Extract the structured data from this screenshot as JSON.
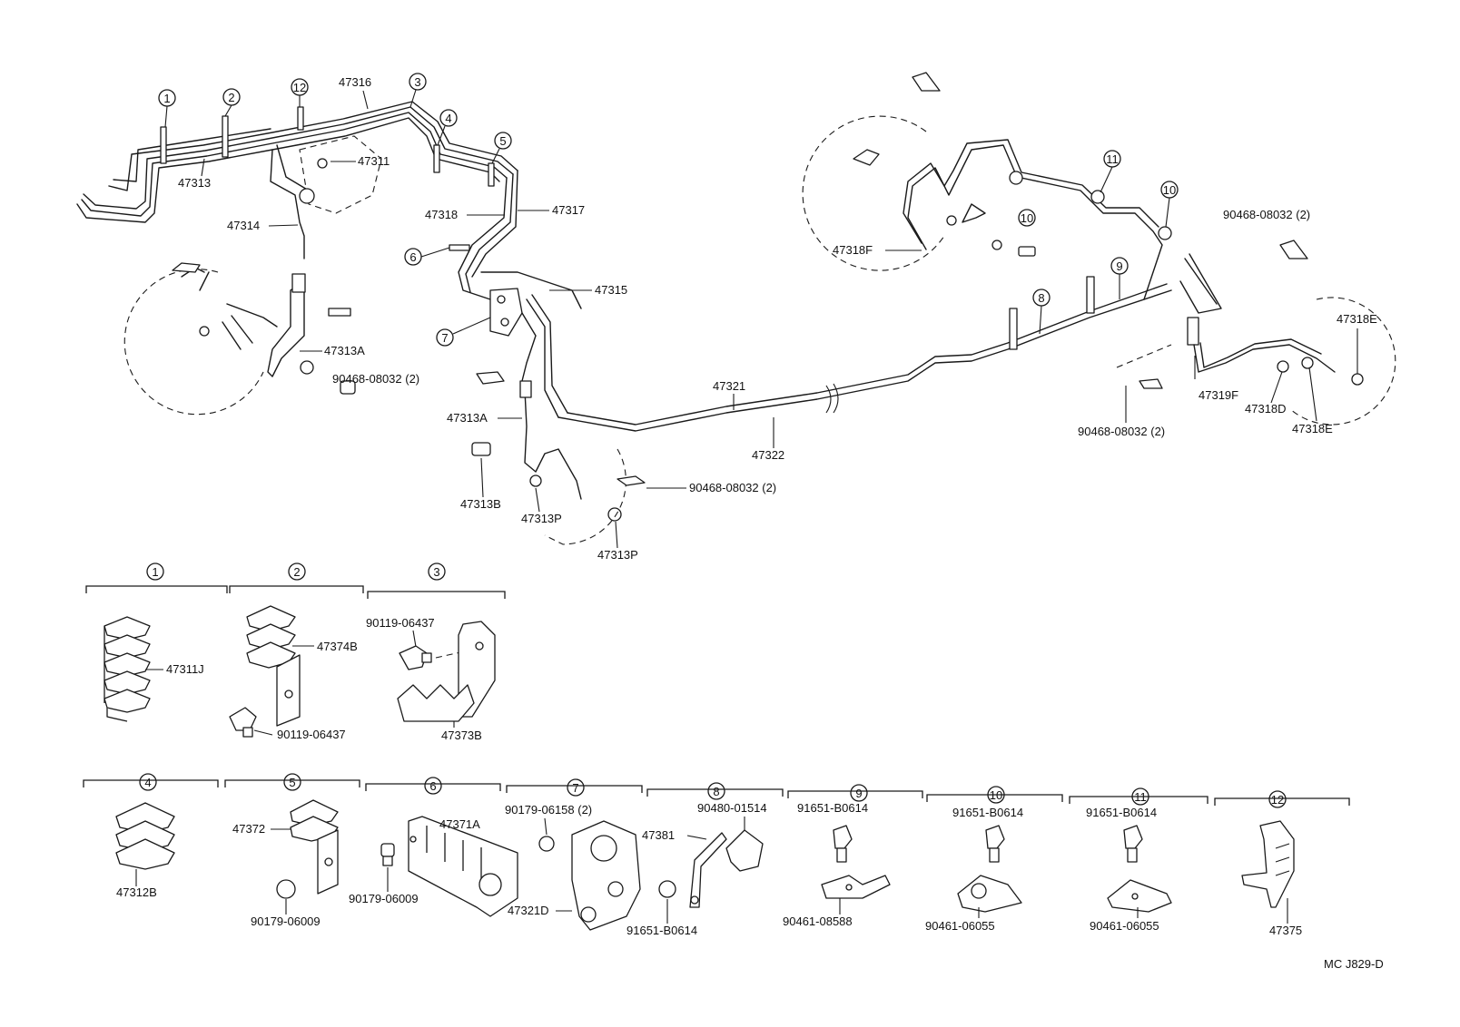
{
  "callouts": [
    "1",
    "2",
    "3",
    "4",
    "5",
    "6",
    "7",
    "8",
    "9",
    "10",
    "11",
    "12"
  ],
  "main": {
    "pipes": [
      "47313",
      "47316",
      "47311",
      "47314",
      "47318",
      "47317",
      "47315",
      "47313A",
      "47321",
      "47322",
      "47318F",
      "47319F",
      "47318D",
      "47318E"
    ],
    "p_47313": "47313",
    "p_47316": "47316",
    "p_47311": "47311",
    "p_47314": "47314",
    "p_47318": "47318",
    "p_47317": "47317",
    "p_47315": "47315",
    "p_47313A_left": "47313A",
    "p_47313A_mid": "47313A",
    "p_47313B": "47313B",
    "p_47313P_a": "47313P",
    "p_47313P_b": "47313P",
    "p_47321": "47321",
    "p_47322": "47322",
    "p_47318F": "47318F",
    "p_47319F": "47319F",
    "p_47318D": "47318D",
    "p_47318E_top": "47318E",
    "p_47318E_bot": "47318E",
    "clip_left": "90468-08032 (2)",
    "clip_mid": "90468-08032 (2)",
    "clip_right_top": "90468-08032 (2)",
    "clip_right_bot": "90468-08032 (2)"
  },
  "groups": {
    "g1": {
      "part": "47311J"
    },
    "g2": {
      "part": "47374B",
      "bolt": "90119-06437"
    },
    "g3": {
      "bolt": "90119-06437",
      "part": "47373B"
    },
    "g4": {
      "part": "47312B"
    },
    "g5": {
      "part": "47372",
      "bolt": "90179-06009"
    },
    "g6": {
      "part": "47371A",
      "bolt": "90179-06009"
    },
    "g7": {
      "bolt": "90179-06158 (2)",
      "part": "47321D"
    },
    "g8": {
      "part": "47381",
      "clamp": "90480-01514",
      "bolt": "91651-B0614"
    },
    "g9": {
      "bolt": "91651-B0614",
      "clip": "90461-08588"
    },
    "g10": {
      "bolt": "91651-B0614",
      "clip": "90461-06055"
    },
    "g11": {
      "bolt": "91651-B0614",
      "clip": "90461-06055"
    },
    "g12": {
      "part": "47375"
    }
  },
  "footer": {
    "code": "MC J829-D"
  }
}
